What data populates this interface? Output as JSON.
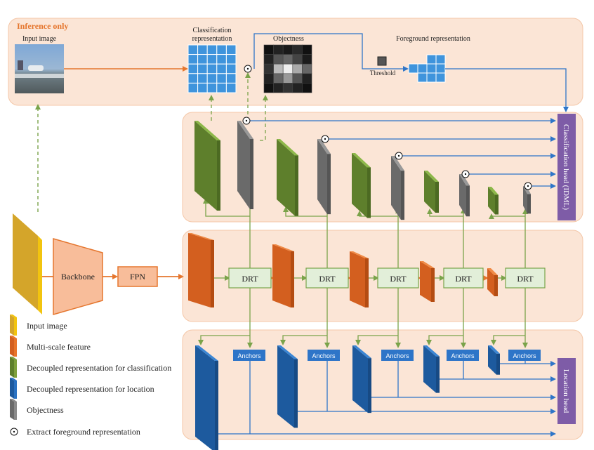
{
  "inference": {
    "title": "Inference only",
    "input_image_label": "Input image",
    "classification_label_line1": "Classification",
    "classification_label_line2": "representation",
    "objectness_label": "Objectness",
    "foreground_label": "Foreground representation",
    "threshold_label": "Threshold"
  },
  "pipeline": {
    "backbone_label": "Backbone",
    "fpn_label": "FPN",
    "drt_label": "DRT",
    "anchors_label": "Anchors"
  },
  "heads": {
    "classification_head": "Classification head (IDML)",
    "location_head": "Location head"
  },
  "legend": {
    "items": [
      {
        "label": "Input image",
        "color_top": "#f2c40f",
        "color_bottom": "#d4a52a"
      },
      {
        "label": "Multi-scale feature",
        "color_top": "#e8752a",
        "color_bottom": "#d35f1f"
      },
      {
        "label": "Decoupled representation for classification",
        "color_top": "#7ea03c",
        "color_bottom": "#5e7f2c"
      },
      {
        "label": "Decoupled representation for location",
        "color_top": "#2a72c2",
        "color_bottom": "#1d5a9e"
      },
      {
        "label": "Objectness",
        "color_top": "#8a8a8a",
        "color_bottom": "#6a6a6a"
      }
    ],
    "extract_label": "Extract foreground representation"
  },
  "colors": {
    "panel_bg": "#fbe5d6",
    "panel_border": "#f4c7a8",
    "orange_arrow": "#e5762e",
    "green_arrow": "#7aa34a",
    "blue_arrow": "#2e75c8",
    "head_purple": "#7e5ca7",
    "drt_fill": "#e2efd9",
    "drt_stroke": "#7aa34a",
    "anchors_fill": "#2e75c8"
  }
}
